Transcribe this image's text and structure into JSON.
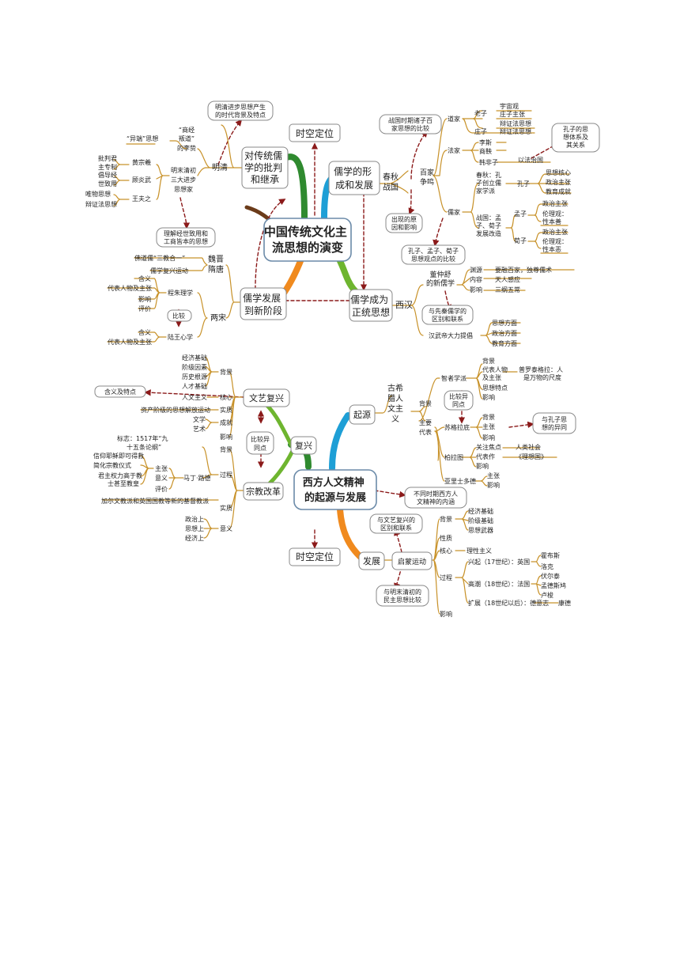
{
  "map1": {
    "center": [
      "中国传统文化主",
      "流思想的演变"
    ],
    "spacetime": "时空定位",
    "b1_title": [
      "儒学的形",
      "成和发展"
    ],
    "b2_title": [
      "儒学成为",
      "正统思想"
    ],
    "b3_title": [
      "儒学发展",
      "到新阶段"
    ],
    "b4_title": [
      "对传统儒",
      "学的批判",
      "和继承"
    ],
    "b1": {
      "chunqiu": [
        "春秋",
        "战国"
      ],
      "baijia": [
        "百家",
        "争鸣"
      ],
      "note_top": [
        "战国时期诸子百",
        "家思想的比较"
      ],
      "note_cause": [
        "出现的原",
        "因和影响"
      ],
      "note_bottom": [
        "孔子、孟子、荀子",
        "思想观点的比较"
      ],
      "note_kongzi": [
        "孔子的思",
        "想体系及",
        "其关系"
      ],
      "daojia": "道家",
      "laozi": "老子",
      "laozi_items": [
        "宇宙观",
        "庄子主张",
        "辩证法思想"
      ],
      "zhuangzi": "庄子",
      "zhuangzi_item": "辩证法思想",
      "fajia": "法家",
      "fajia_items": [
        "李斯",
        "商鞅",
        "韩非子"
      ],
      "fajia_note": "以法治国",
      "rujia": "儒家",
      "chunqiu_kz": [
        "春秋：孔",
        "子创立儒",
        "家学派"
      ],
      "kongzi": "孔子",
      "kongzi_items": [
        "思想核心",
        "政治主张",
        "教育成就"
      ],
      "zhanguo": [
        "战国：孟",
        "子、荀子",
        "发展改造"
      ],
      "mengzi": "孟子",
      "mengzi_items": [
        "政治主张",
        "伦理观：",
        "性本善"
      ],
      "xunzi": "荀子",
      "xunzi_items": [
        "政治主张",
        "伦理观：",
        "性本恶"
      ]
    },
    "b2": {
      "xihan": "西汉",
      "dzs": [
        "董仲舒",
        "的新儒学"
      ],
      "dzs_items": [
        "渊源",
        "内容",
        "影响"
      ],
      "dzs_values": [
        "要融百家，独尊儒术",
        "天人感应",
        "三纲五常"
      ],
      "compare": [
        "与先秦儒学的",
        "区别和联系"
      ],
      "wudi": "汉武帝大力提倡",
      "wudi_items": [
        "思想方面",
        "政治方面",
        "教育方面"
      ]
    },
    "b3": {
      "weijin": [
        "魏晋",
        "隋唐"
      ],
      "fodao": "佛道儒“三教合一”",
      "fuxing": "儒学复兴运动",
      "liangsong": "两宋",
      "chengzhu": "程朱理学",
      "cz_items": [
        "含义",
        "代表人物及主张",
        "影响",
        "评价"
      ],
      "bijiao": "比较",
      "luwang": "陆王心学",
      "lw_items": [
        "含义",
        "代表人物及主张"
      ]
    },
    "b4": {
      "mingqing": "明清",
      "note_bg": [
        "明清进步思想产生",
        "的时代背景及特点"
      ],
      "thinkers": [
        "明末清初",
        "三大进步",
        "思想家"
      ],
      "note_merchant": [
        "理解经世致用和",
        "工商皆本的思想"
      ],
      "li": [
        "“商经",
        "叛道”",
        "的李贽"
      ],
      "yiduan": "“异端”思想",
      "huang": "黄宗羲",
      "huang_item": [
        "批判君",
        "主专制"
      ],
      "gu": "顾炎武",
      "gu_item": [
        "倡导经",
        "世致用"
      ],
      "wang": "王夫之",
      "wang_items": [
        "唯物思想",
        "辩证法思想"
      ]
    }
  },
  "map2": {
    "center": [
      "西方人文精神",
      "的起源与发展"
    ],
    "spacetime": "时空定位",
    "fuxing": "复兴",
    "qiyuan": "起源",
    "fazhan": "发展",
    "note_diff": [
      "不同时期西方人",
      "文精神的内涵"
    ],
    "renaissance": {
      "title": "文艺复兴",
      "beijing": "背景",
      "beijing_items": [
        "经济基础",
        "阶级因素",
        "历史根源",
        "人才基础"
      ],
      "hexin": "核心",
      "hexin_item": "人文主义",
      "hanyi": "含义及特点",
      "shizhi": "实质",
      "shizhi_item": "资产阶级的思想解放运动",
      "chengjiu": "成就",
      "chengjiu_items": [
        "文学",
        "艺术"
      ],
      "yingxiang": "影响"
    },
    "compare_mid": [
      "比较异",
      "同点"
    ],
    "reformation": {
      "title": "宗教改革",
      "beijing": "背景",
      "guocheng": "过程",
      "sign": [
        "标志：1517年“九",
        "十五条论纲”"
      ],
      "luther": "马丁·路德",
      "zhuzhang": "主张",
      "zz_items": [
        "信仰耶稣即可得救",
        "简化宗教仪式",
        "君主权力高于教",
        "士甚至教皇"
      ],
      "yiyi": "意义",
      "pingjia": "评价",
      "note_jiaoer": "加尔文教派和英国国教等新的基督教派",
      "shizhi": "实质",
      "yiyi2": "意义",
      "yy_items": [
        "政治上",
        "思想上",
        "经济上"
      ]
    },
    "greek": {
      "title": [
        "古希",
        "腊人",
        "文主",
        "义"
      ],
      "beijing": "背景",
      "daibiao": [
        "主要",
        "代表"
      ],
      "zhizhe": "智者学派",
      "zz_items": [
        "背景",
        "代表人物",
        "及主张",
        "思想特点",
        "影响"
      ],
      "protagoras": [
        "普罗泰格拉：人",
        "是万物的尺度"
      ],
      "compare": [
        "比较异",
        "同点"
      ],
      "socrates": "苏格拉底",
      "sc_items": [
        "背景",
        "主张",
        "影响"
      ],
      "kongzi_note": [
        "与孔子思",
        "想的异同"
      ],
      "plato": "柏拉图",
      "pl_items": [
        "关注焦点",
        "代表作",
        "影响"
      ],
      "pl_values": [
        "人类社会",
        "《理想国》"
      ],
      "aristotle": "亚里士多德",
      "ar_items": [
        "主张",
        "影响"
      ]
    },
    "enlight": {
      "title": "启蒙运动",
      "note_a": [
        "与文艺复兴的",
        "区别和联系"
      ],
      "note_b": [
        "与明末清初的",
        "民主思想比较"
      ],
      "beijing": "背景",
      "bj_items": [
        "经济基础",
        "阶级基础",
        "思想武器"
      ],
      "xingzhi": "性质",
      "hexin": "核心",
      "hexin_item": "理性主义",
      "guocheng": "过程",
      "stage1": "兴起（17世纪）：英国",
      "stage1_people": [
        "霍布斯",
        "洛克"
      ],
      "stage2": "高潮（18世纪）：法国",
      "stage2_people": [
        "伏尔泰",
        "孟德斯鸠",
        "卢梭"
      ],
      "stage3": "扩展（18世纪以后）：德意志",
      "stage3_person": "康德",
      "yingxiang": "影响"
    }
  }
}
